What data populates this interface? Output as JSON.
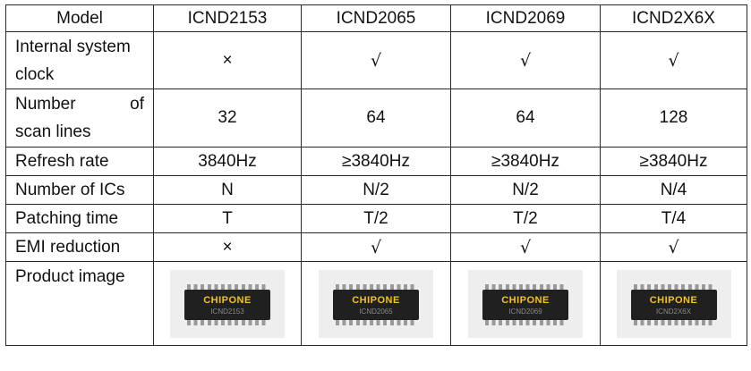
{
  "headers": [
    "Model",
    "ICND2153",
    "ICND2065",
    "ICND2069",
    "ICND2X6X"
  ],
  "rows": [
    {
      "label_l1": "Internal system",
      "label_l2": "clock",
      "values": [
        "×",
        "√",
        "√",
        "√"
      ]
    },
    {
      "label_l1": "Number of",
      "label_l2": "scan lines",
      "values": [
        "32",
        "64",
        "64",
        "128"
      ]
    },
    {
      "label": "Refresh rate",
      "values": [
        "3840Hz",
        "≥3840Hz",
        "≥3840Hz",
        "≥3840Hz"
      ]
    },
    {
      "label": "Number of ICs",
      "values": [
        "N",
        "N/2",
        "N/2",
        "N/4"
      ]
    },
    {
      "label": "Patching time",
      "values": [
        "T",
        "T/2",
        "T/2",
        "T/4"
      ]
    },
    {
      "label": "EMI reduction",
      "values": [
        "×",
        "√",
        "√",
        "√"
      ]
    }
  ],
  "product_image_label": "Product image",
  "chips": [
    {
      "brand": "CHIPONE",
      "part": "ICND2153"
    },
    {
      "brand": "CHIPONE",
      "part": "ICND2065"
    },
    {
      "brand": "CHIPONE",
      "part": "ICND2069"
    },
    {
      "brand": "CHIPONE",
      "part": "ICND2X6X"
    }
  ]
}
